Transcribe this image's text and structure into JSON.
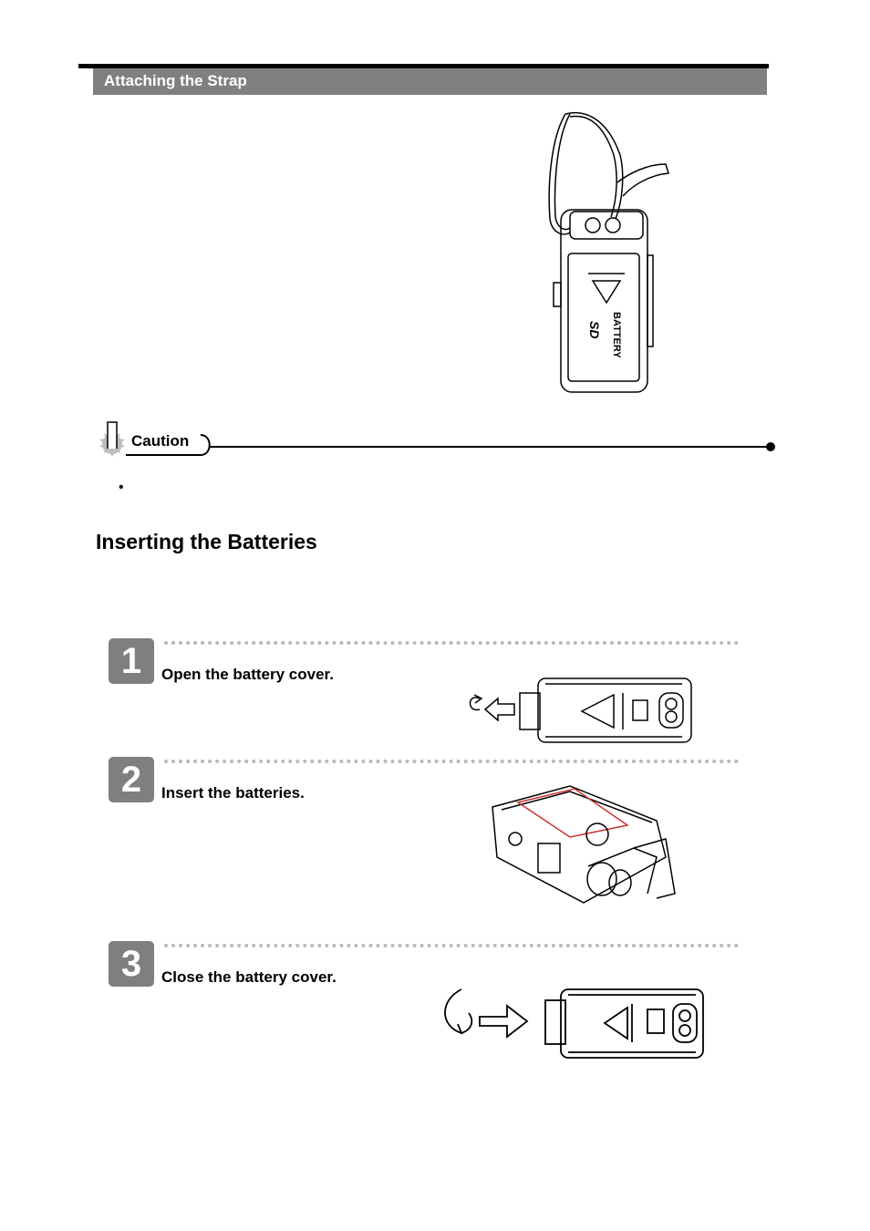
{
  "section": {
    "title": "Attaching the Strap"
  },
  "caution": {
    "label": "Caution",
    "bullet": "•"
  },
  "batteries": {
    "heading": "Inserting the Batteries"
  },
  "steps": [
    {
      "number": "1",
      "text": "Open the battery cover."
    },
    {
      "number": "2",
      "text": "Insert the batteries."
    },
    {
      "number": "3",
      "text": "Close the battery cover."
    }
  ],
  "illustration": {
    "battery_label": "BATTERY",
    "sd_label": "SD"
  }
}
